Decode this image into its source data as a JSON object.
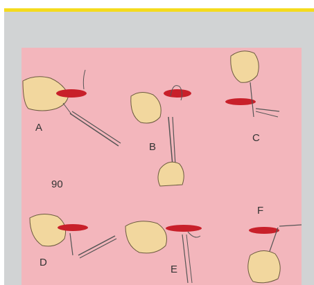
{
  "colors": {
    "accent_rule": "#f4db1e",
    "panel_background": "#d1d3d4",
    "figure_background": "#f3b6bc",
    "skin": "#f2d79e",
    "wound": "#c8202a"
  },
  "figure": {
    "number_label": "90",
    "steps": [
      {
        "label": "A"
      },
      {
        "label": "B"
      },
      {
        "label": "C"
      },
      {
        "label": "D"
      },
      {
        "label": "E"
      },
      {
        "label": "F"
      }
    ]
  }
}
